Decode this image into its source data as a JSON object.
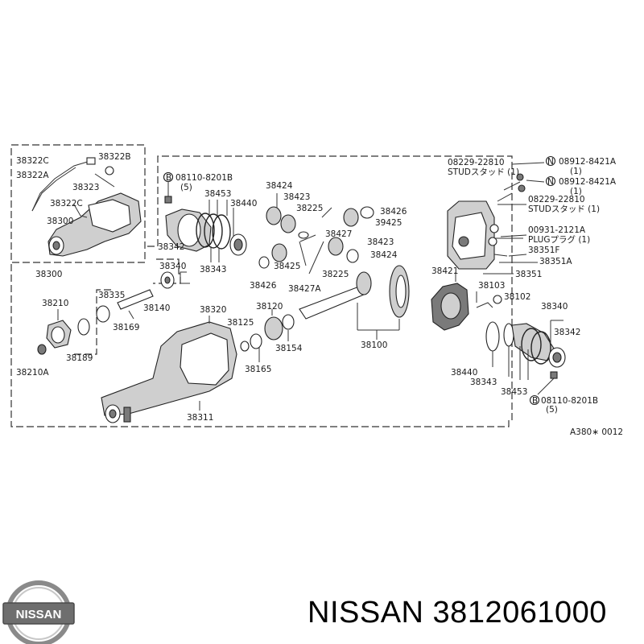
{
  "diagram": {
    "code": "A380∗ 0012",
    "labels": {
      "l38322C": "38322C",
      "l38322B": "38322B",
      "l38322A": "38322A",
      "l38323": "38323",
      "l38322C_2": "38322C",
      "l38300_top": "38300",
      "l38300": "38300",
      "bolt1_code": "08110-8201B",
      "bolt1_qty": "(5)",
      "bolt1_mark": "B",
      "l38424a": "38424",
      "l38423a": "38423",
      "l38453a": "38453",
      "l38440a": "38440",
      "l38225a": "38225",
      "l38426a": "38426",
      "l39425": "39425",
      "l38427": "38427",
      "l38423b": "38423",
      "l38424b": "38424",
      "l38342a": "38342",
      "l38425": "38425",
      "l38225b": "38225",
      "l38340a": "38340",
      "l38343a": "38343",
      "l38426b": "38426",
      "l38427A": "38427A",
      "l38210": "38210",
      "l38335": "38335",
      "l38140": "38140",
      "l38169": "38169",
      "l38189": "38189",
      "l38210A": "38210A",
      "l38320": "38320",
      "l38120": "38120",
      "l38125": "38125",
      "l38154": "38154",
      "l38165": "38165",
      "l38311": "38311",
      "l38100": "38100",
      "l38421": "38421",
      "l38103": "38103",
      "l38102": "38102",
      "l38340b": "38340",
      "l38342b": "38342",
      "l38440b": "38440",
      "l38343b": "38343",
      "l38453b": "38453",
      "bolt2_code": "08110-8201B",
      "bolt2_qty": "(5)",
      "bolt2_mark": "B",
      "stud1_code": "08229-22810",
      "stud1_text": "STUDスタッド (1)",
      "nut1_mark": "N",
      "nut1_code": "08912-8421A",
      "nut1_qty": "(1)",
      "nut2_mark": "N",
      "nut2_code": "08912-8421A",
      "nut2_qty": "(1)",
      "stud2_code": "08229-22810",
      "stud2_text": "STUDスタッド (1)",
      "plug_code": "00931-2121A",
      "plug_text": "PLUGプラグ (1)",
      "l38351F": "38351F",
      "l38351A": "38351A",
      "l38351": "38351"
    }
  },
  "footer": {
    "logo_text": "NISSAN",
    "brand": "NISSAN",
    "part_number": "3812061000"
  }
}
